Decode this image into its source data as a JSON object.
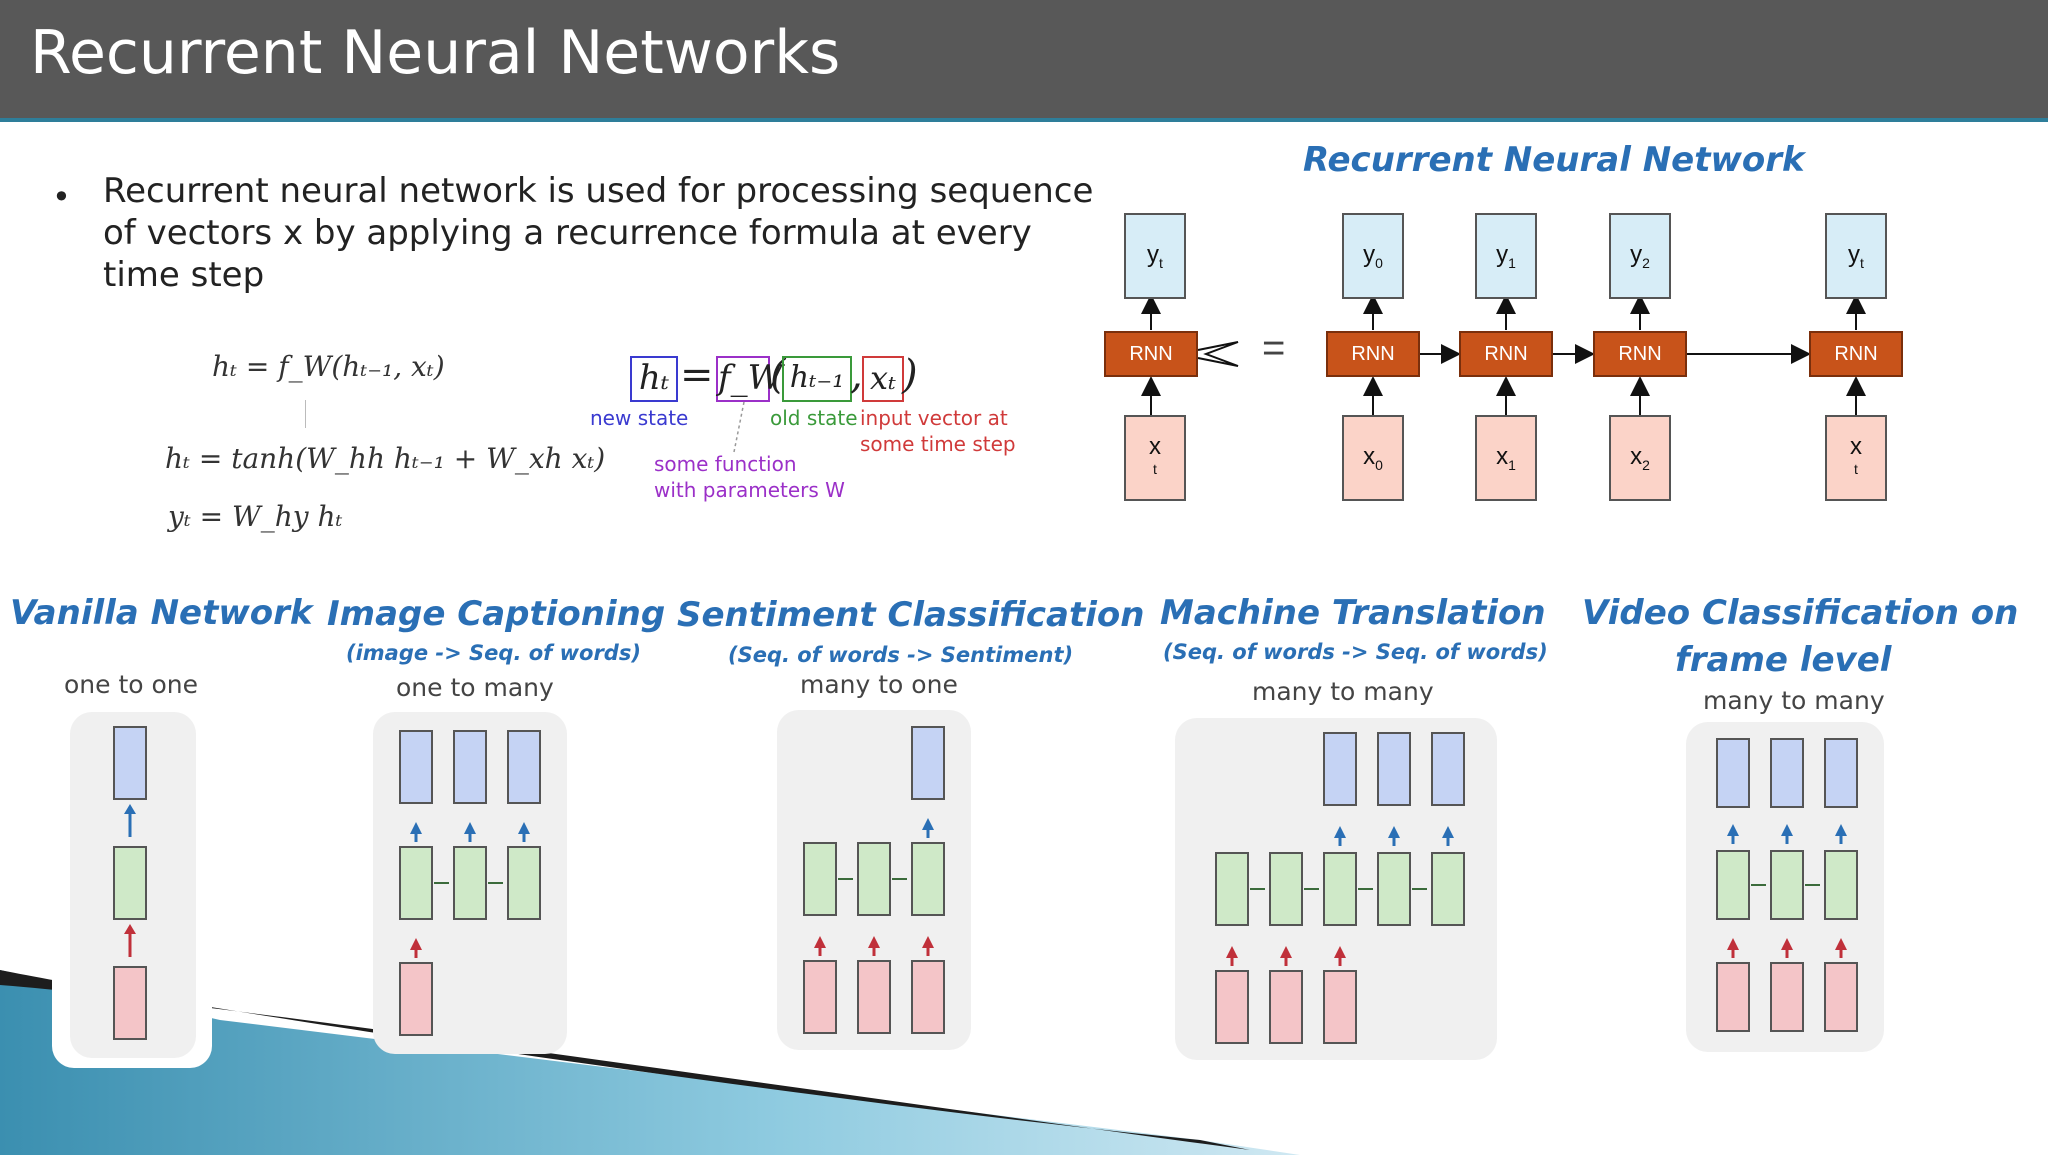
{
  "slide": {
    "title": "Recurrent Neural Networks",
    "bullet": "Recurrent neural network is used for processing sequence of vectors x by applying a recurrence formula at every time step"
  },
  "formulas": {
    "f1": "hₜ = f_W(hₜ₋₁, xₜ)",
    "f2": "hₜ = tanh(W_hh hₜ₋₁ + W_xh xₜ)",
    "f3": "yₜ = W_hy hₜ"
  },
  "equation": {
    "ht": "hₜ",
    "fw": "f_W",
    "htm1": "hₜ₋₁",
    "xt": "xₜ",
    "new_state": "new state",
    "old_state": "old state",
    "input_vector": "input vector at",
    "input_vector2": "some time step",
    "some_function": "some function",
    "with_params": "with parameters W"
  },
  "rnn_diagram": {
    "title": "Recurrent Neural Network",
    "rnn_label": "RNN",
    "equals": "=",
    "left_y": "y",
    "left_y_sub": "t",
    "left_x": "x",
    "left_x_sub": "t",
    "steps": [
      {
        "y": "y",
        "y_sub": "0",
        "x": "x",
        "x_sub": "0"
      },
      {
        "y": "y",
        "y_sub": "1",
        "x": "x",
        "x_sub": "1"
      },
      {
        "y": "y",
        "y_sub": "2",
        "x": "x",
        "x_sub": "2"
      },
      {
        "y": "y",
        "y_sub": "t",
        "x": "x",
        "x_sub": "t"
      }
    ]
  },
  "types": [
    {
      "title": "Vanilla Network",
      "subtitle": "",
      "mode": "one to one"
    },
    {
      "title": "Image Captioning",
      "subtitle": "(image -> Seq. of words)",
      "mode": "one to many"
    },
    {
      "title": "Sentiment Classification",
      "subtitle": "(Seq. of words -> Sentiment)",
      "mode": "many to one"
    },
    {
      "title": "Machine Translation",
      "subtitle": "(Seq. of words -> Seq. of words)",
      "mode": "many to many"
    },
    {
      "title": "Video Classification on",
      "title2": "frame level",
      "subtitle": "",
      "mode": "many to many"
    }
  ],
  "colors": {
    "header": "#585858",
    "title_blue": "#2a6fb5",
    "rnn_orange": "#c8531a",
    "output_cell": "#c5d3f4",
    "hidden_cell": "#cfe9c8",
    "input_cell": "#f4c5c8"
  }
}
